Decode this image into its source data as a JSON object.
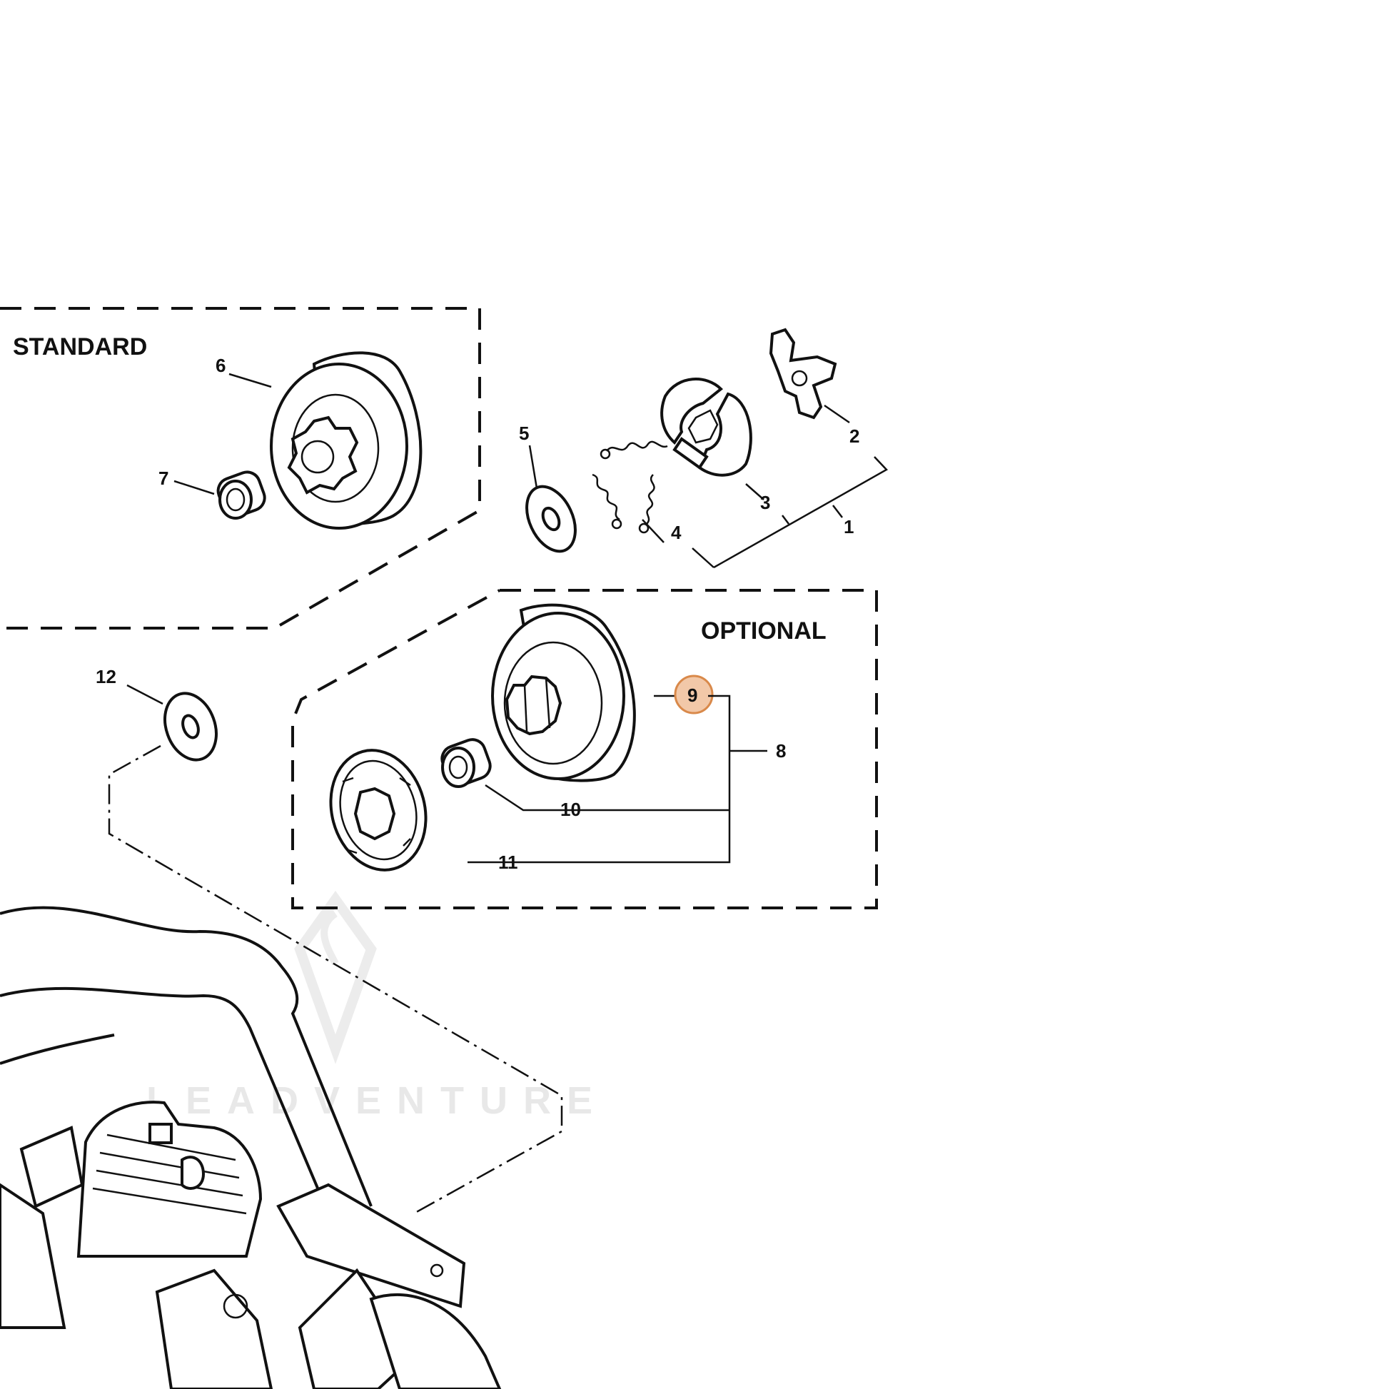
{
  "groups": {
    "standard": "STANDARD",
    "optional": "OPTIONAL"
  },
  "callouts": {
    "c1": "1",
    "c2": "2",
    "c3": "3",
    "c4": "4",
    "c5": "5",
    "c6": "6",
    "c7": "7",
    "c8": "8",
    "c9": "9",
    "c10": "10",
    "c11": "11",
    "c12": "12"
  },
  "highlight": {
    "part": "9",
    "color": "#f2c8a8",
    "stroke": "#d9894a"
  },
  "watermark": "LEADVENTURE"
}
